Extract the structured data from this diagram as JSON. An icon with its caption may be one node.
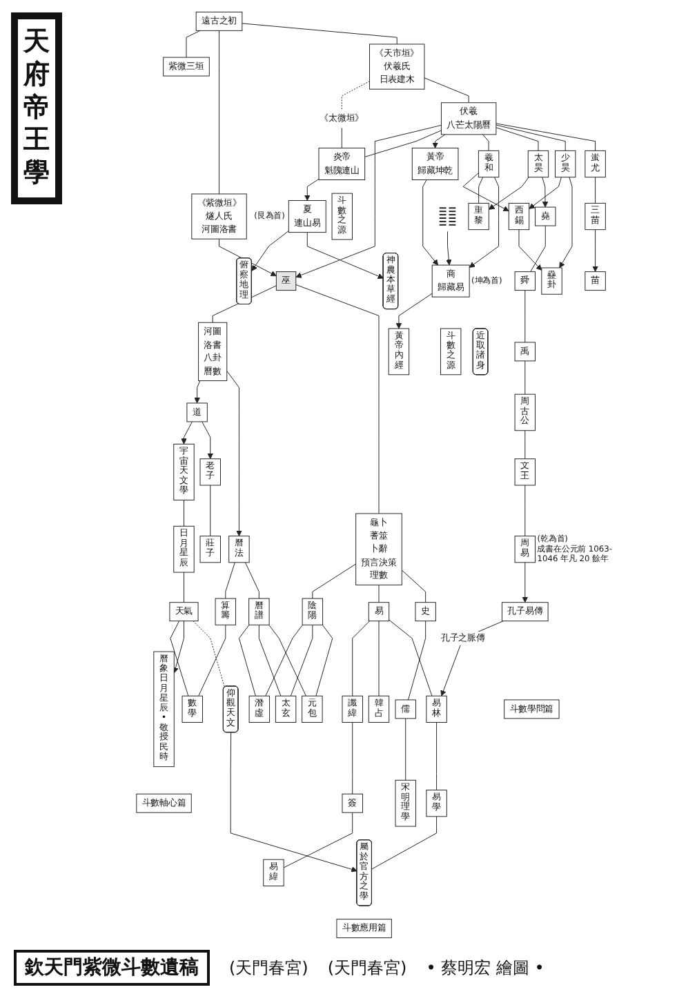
{
  "diagram": {
    "title": "天府帝王學",
    "caption": "欽天門紫微斗數遺稿",
    "nodes": [
      {
        "text": [
          "遠古之初"
        ]
      },
      {
        "text": [
          "紫微三垣"
        ]
      },
      {
        "text": [
          "《紫微垣》",
          "燧人氏",
          "河圖洛書"
        ]
      },
      {
        "text": [
          "《天市垣》",
          "伏羲氏",
          "日表建木"
        ]
      },
      {
        "text": [
          "《太微垣》"
        ]
      },
      {
        "text": [
          "巫"
        ]
      },
      {
        "text": [
          "伏羲",
          "八芒太陽曆"
        ]
      },
      {
        "text": [
          "炎帝",
          "魁隗連山"
        ]
      },
      {
        "text": [
          "河圖",
          "洛書",
          "八卦",
          "曆數"
        ]
      },
      {
        "text": [
          "龜卜",
          "蓍筮",
          "卜辭",
          "預言決策",
          "理數"
        ]
      },
      {
        "text": [
          "黃帝",
          "歸藏坤乾"
        ]
      },
      {
        "text": [
          "羲和"
        ]
      },
      {
        "text": [
          "太昊"
        ]
      },
      {
        "text": [
          "少昊"
        ]
      },
      {
        "text": [
          "蚩尤"
        ]
      },
      {
        "text": [
          "道"
        ]
      },
      {
        "text": [
          "曆法"
        ]
      },
      {
        "text": [
          "陰陽"
        ]
      },
      {
        "text": [
          "易"
        ]
      },
      {
        "text": [
          "史"
        ]
      },
      {
        "text": [
          "斗數之源"
        ]
      },
      {
        "text": [
          "西錫"
        ]
      },
      {
        "text": [
          "斗數之源"
        ]
      },
      {
        "text": [
          "宇宙天文學"
        ]
      },
      {
        "text": [
          "老子"
        ]
      },
      {
        "text": [
          "算籌"
        ]
      },
      {
        "text": [
          "曆譜"
        ]
      },
      {
        "text": [
          "讖緯"
        ]
      },
      {
        "text": [
          "韓占"
        ]
      },
      {
        "text": [
          "儒"
        ]
      },
      {
        "text": [
          "重黎"
        ]
      },
      {
        "text": [
          "莊子"
        ]
      },
      {
        "text": [
          "簽"
        ]
      },
      {
        "text": [
          "潛虛"
        ]
      },
      {
        "text": [
          "太玄"
        ]
      },
      {
        "text": [
          "元包"
        ]
      },
      {
        "text": [
          "宋明理學"
        ]
      },
      {
        "text": [
          "日月星辰"
        ]
      },
      {
        "text": [
          "天氣"
        ]
      },
      {
        "text": [
          "數學"
        ]
      },
      {
        "text": [],
        "shape": "picture"
      },
      {
        "text": [
          "堯"
        ]
      },
      {
        "text": [
          "三苗"
        ]
      },
      {
        "text": [
          "商",
          "歸藏易"
        ],
        "beside": [
          "(坤為首)"
        ]
      },
      {
        "text": [
          "舜"
        ]
      },
      {
        "text": [
          "夏",
          "連山易"
        ],
        "beside": [
          "(艮為首)"
        ]
      },
      {
        "text": [
          "易緯"
        ]
      },
      {
        "text": [
          "易林"
        ]
      },
      {
        "text": [
          "禹"
        ]
      },
      {
        "text": [
          "周古公"
        ]
      },
      {
        "text": [
          "苗"
        ]
      },
      {
        "text": [
          "曆象日月星辰•敬授民時"
        ]
      },
      {
        "text": [
          "易學"
        ]
      },
      {
        "text": [
          "黃帝內經"
        ]
      },
      {
        "text": [
          "近取諸身"
        ]
      },
      {
        "text": [
          "俯察地理"
        ]
      },
      {
        "text": [
          "神農本草經"
        ]
      },
      {
        "text": [
          "文王"
        ]
      },
      {
        "text": [
          "蠱卦"
        ]
      },
      {
        "text": [
          "仰觀天文"
        ]
      },
      {
        "text": [
          "屬於官方之學"
        ]
      },
      {
        "text": [
          "周易"
        ],
        "beside": [
          "(乾為首)",
          "成書在公元前 1063-1046 年凡 20 餘年"
        ]
      },
      {
        "text": [
          "孔子易傳"
        ]
      },
      {
        "text": [
          "斗數軸心篇"
        ]
      },
      {
        "text": [
          "斗數應用篇"
        ]
      },
      {
        "text": [
          "斗數學問篇"
        ]
      }
    ],
    "edges": [
      {
        "from": 0,
        "to": 1,
        "arrow": "none"
      },
      {
        "from": 0,
        "to": 2,
        "arrow": "none"
      },
      {
        "from": 0,
        "to": 3,
        "arrow": "none"
      },
      {
        "from": 3,
        "to": 4,
        "arrow": "none",
        "style": "dashed"
      },
      {
        "from": 4,
        "to": 7,
        "arrow": "none"
      },
      {
        "from": 2,
        "to": 5,
        "arrow": "to"
      },
      {
        "from": 3,
        "to": 6,
        "arrow": "none"
      },
      {
        "from": 6,
        "to": 5,
        "arrow": "to"
      },
      {
        "from": 6,
        "to": 7,
        "arrow": "none"
      },
      {
        "from": 6,
        "to": 10,
        "arrow": "to"
      },
      {
        "from": 6,
        "to": 11,
        "arrow": "none"
      },
      {
        "from": 6,
        "to": 12,
        "arrow": "none"
      },
      {
        "from": 6,
        "to": 13,
        "arrow": "none"
      },
      {
        "from": 6,
        "to": 14,
        "arrow": "none"
      },
      {
        "from": 5,
        "to": 8,
        "arrow": "none"
      },
      {
        "from": 5,
        "to": 9,
        "arrow": "none"
      },
      {
        "from": 8,
        "to": 15,
        "arrow": "to"
      },
      {
        "from": 8,
        "to": 16,
        "arrow": "to"
      },
      {
        "from": 9,
        "to": 17,
        "arrow": "none"
      },
      {
        "from": 9,
        "to": 18,
        "arrow": "none"
      },
      {
        "from": 9,
        "to": 19,
        "arrow": "none"
      },
      {
        "from": 10,
        "to": 43,
        "arrow": "to"
      },
      {
        "from": 11,
        "to": 21,
        "arrow": "to"
      },
      {
        "from": 13,
        "to": 21,
        "arrow": "to"
      },
      {
        "from": 11,
        "to": 30,
        "arrow": "none"
      },
      {
        "from": 12,
        "to": 30,
        "arrow": "to"
      },
      {
        "from": 11,
        "to": 43,
        "arrow": "to"
      },
      {
        "from": 21,
        "to": 58,
        "arrow": "to"
      },
      {
        "from": 12,
        "to": 41,
        "arrow": "to"
      },
      {
        "from": 14,
        "to": 42,
        "arrow": "none"
      },
      {
        "from": 15,
        "to": 23,
        "arrow": "to"
      },
      {
        "from": 15,
        "to": 24,
        "arrow": "to"
      },
      {
        "from": 24,
        "to": 31,
        "arrow": "none"
      },
      {
        "from": 16,
        "to": 25,
        "arrow": "none"
      },
      {
        "from": 16,
        "to": 26,
        "arrow": "none"
      },
      {
        "from": 26,
        "to": 33,
        "arrow": "none"
      },
      {
        "from": 26,
        "to": 34,
        "arrow": "none"
      },
      {
        "from": 26,
        "to": 35,
        "arrow": "none"
      },
      {
        "from": 17,
        "to": 33,
        "arrow": "none"
      },
      {
        "from": 17,
        "to": 34,
        "arrow": "none"
      },
      {
        "from": 17,
        "to": 35,
        "arrow": "none"
      },
      {
        "from": 18,
        "to": 27,
        "arrow": "none"
      },
      {
        "from": 18,
        "to": 28,
        "arrow": "none"
      },
      {
        "from": 18,
        "to": 47,
        "arrow": "none"
      },
      {
        "from": 27,
        "to": 32,
        "arrow": "none"
      },
      {
        "from": 32,
        "to": 46,
        "arrow": "none"
      },
      {
        "from": 19,
        "to": 29,
        "arrow": "none"
      },
      {
        "from": 29,
        "to": 36,
        "arrow": "none"
      },
      {
        "from": 23,
        "to": 37,
        "arrow": "none"
      },
      {
        "from": 37,
        "to": 38,
        "arrow": "none"
      },
      {
        "from": 38,
        "to": 39,
        "arrow": "none"
      },
      {
        "from": 25,
        "to": 39,
        "arrow": "none"
      },
      {
        "from": 38,
        "to": 51,
        "arrow": "to"
      },
      {
        "from": 38,
        "to": 59,
        "arrow": "none",
        "style": "dashed"
      },
      {
        "from": 59,
        "to": 60,
        "arrow": "to"
      },
      {
        "from": 47,
        "to": 52,
        "arrow": "none"
      },
      {
        "from": 52,
        "to": 60,
        "arrow": "none"
      },
      {
        "from": 62,
        "to": 47,
        "arrow": "to",
        "label": "孔子之脈傳"
      },
      {
        "from": 61,
        "to": 62,
        "arrow": "to"
      },
      {
        "from": 40,
        "to": 43,
        "arrow": "to"
      },
      {
        "from": 43,
        "to": 53,
        "arrow": "to"
      },
      {
        "from": 7,
        "to": 45,
        "arrow": "to"
      },
      {
        "from": 45,
        "to": 55,
        "arrow": "to"
      },
      {
        "from": 45,
        "to": 56,
        "arrow": "to"
      },
      {
        "from": 42,
        "to": 50,
        "arrow": "to"
      },
      {
        "from": 41,
        "to": 44,
        "arrow": "none"
      },
      {
        "from": 44,
        "to": 48,
        "arrow": "none"
      },
      {
        "from": 48,
        "to": 49,
        "arrow": "none"
      },
      {
        "from": 49,
        "to": 57,
        "arrow": "none"
      },
      {
        "from": 57,
        "to": 61,
        "arrow": "none"
      },
      {
        "from": 13,
        "to": 58,
        "arrow": "to"
      }
    ],
    "labels": [
      "(天門春宮)",
      "(天門春宮)",
      "• 蔡明宏 繪圖 •"
    ]
  }
}
